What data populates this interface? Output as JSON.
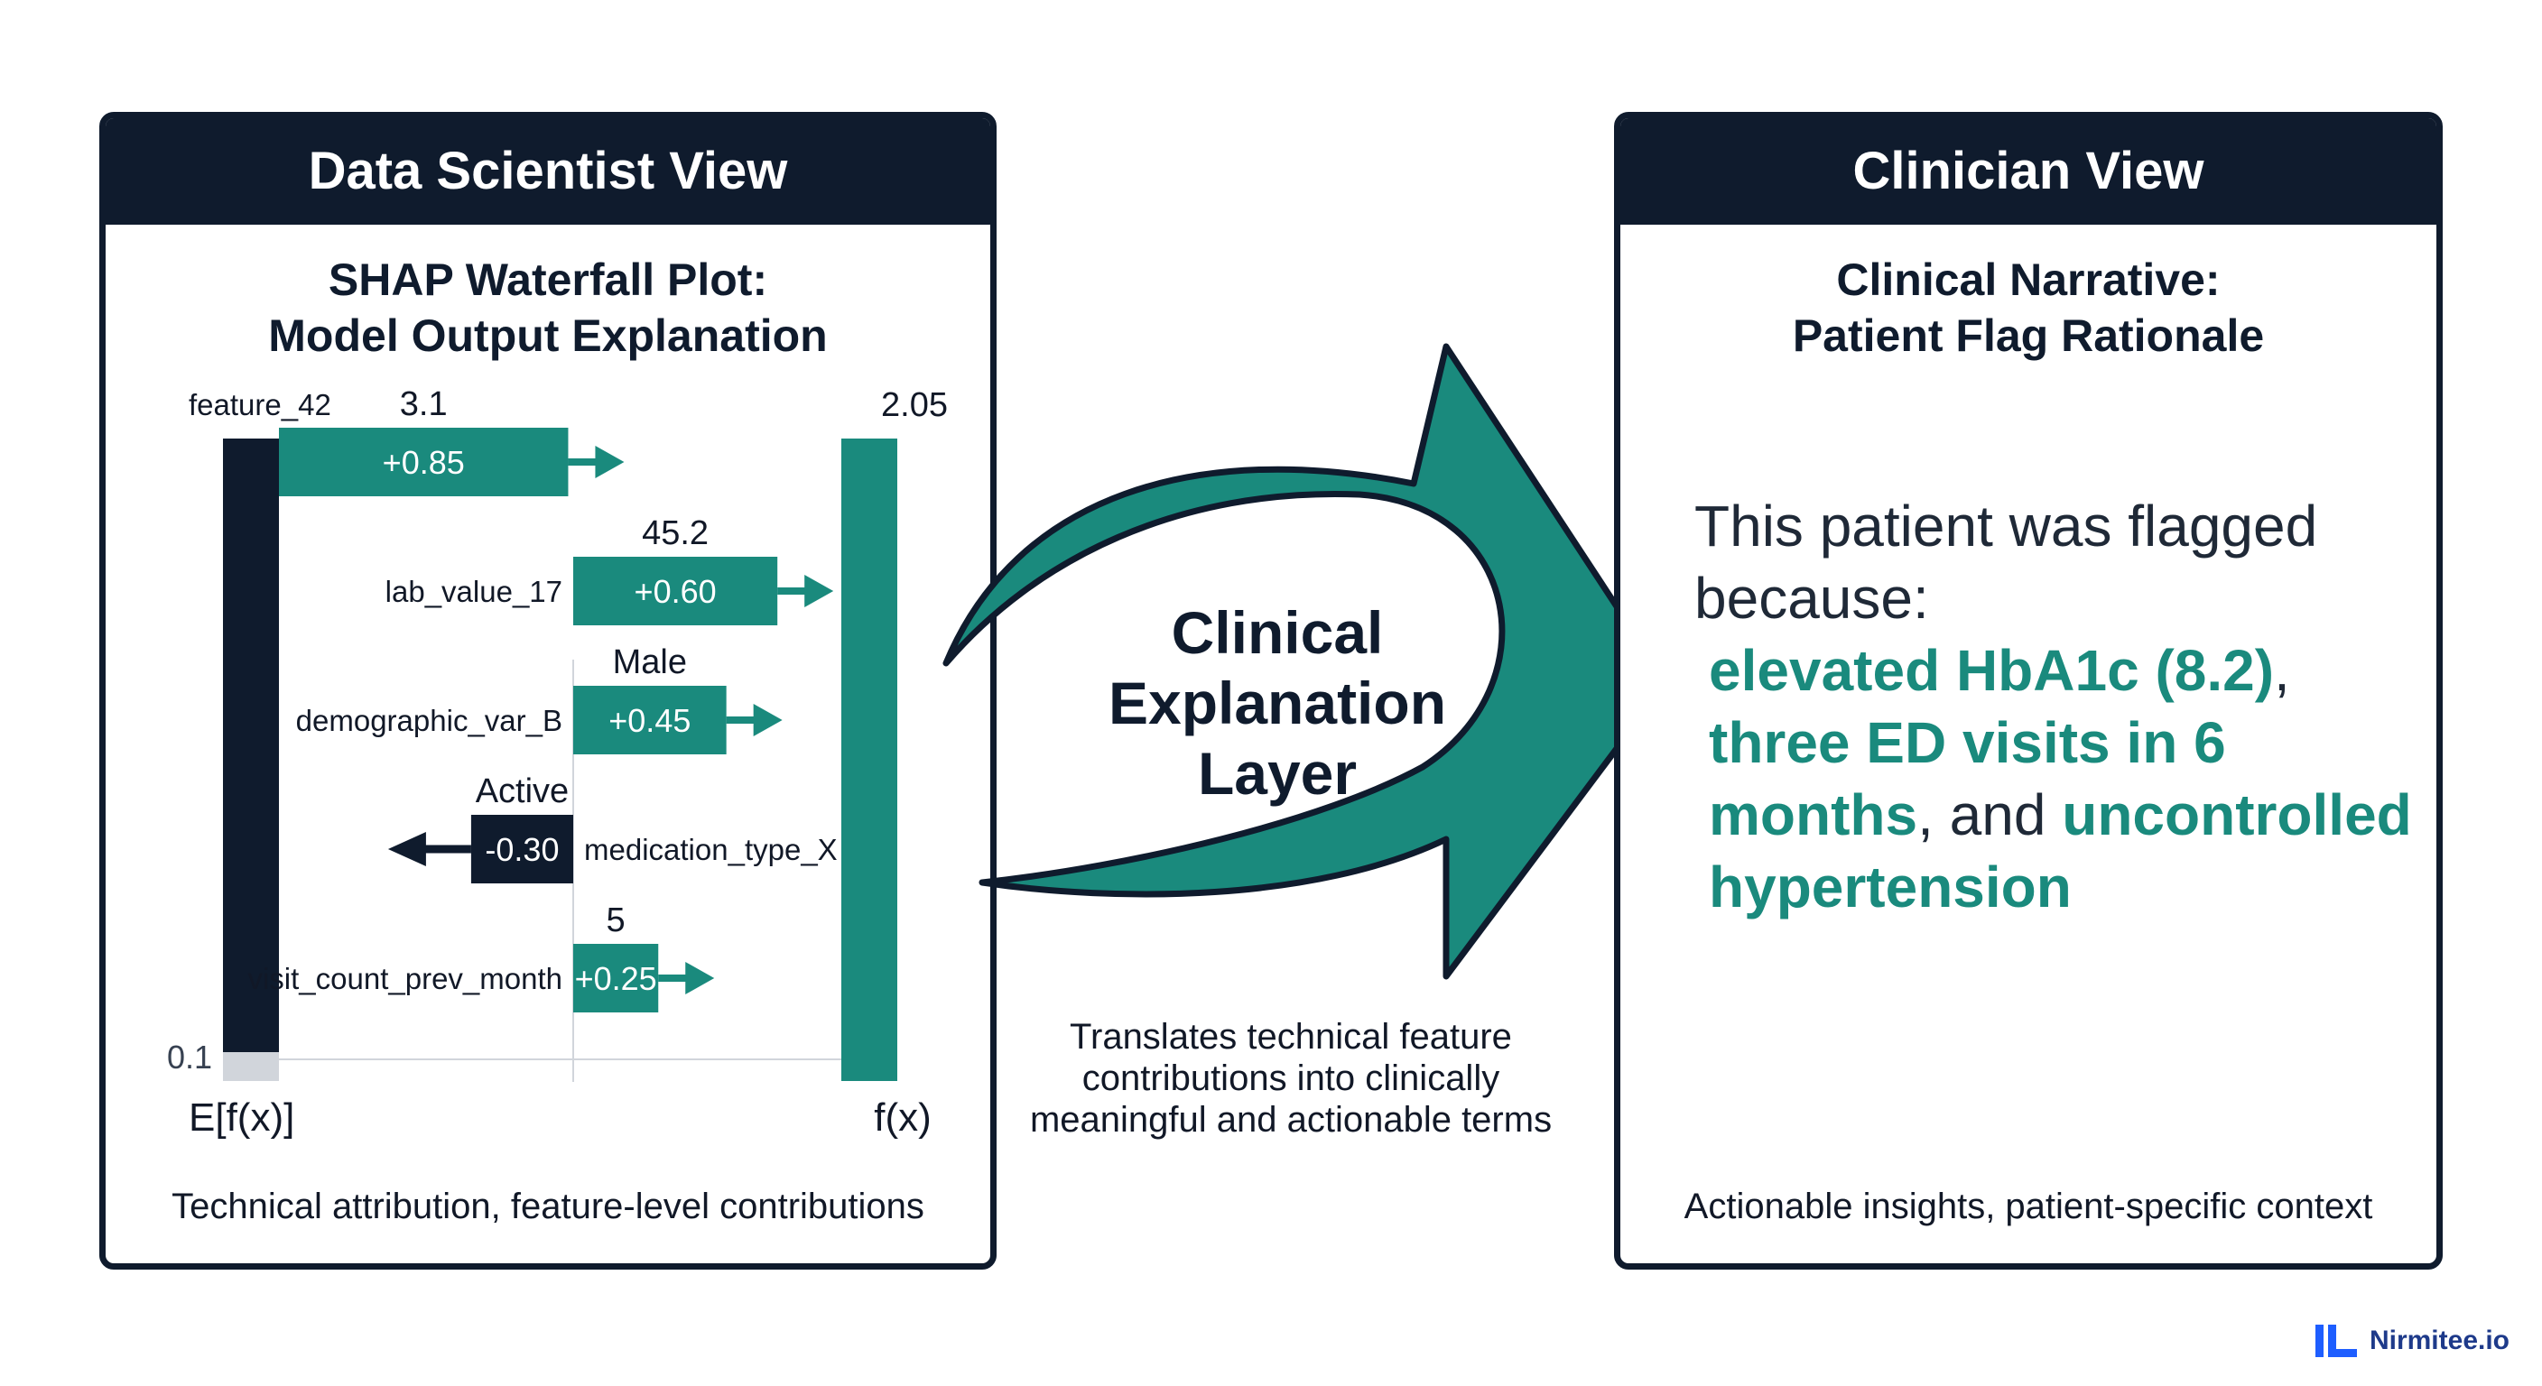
{
  "colors": {
    "navy": "#0f1b2d",
    "teal": "#1a8a7d",
    "light_gray": "#d1d5db",
    "brand_blue": "#1e5eff"
  },
  "left_panel": {
    "header": "Data Scientist View",
    "subtitle_line1": "SHAP Waterfall Plot:",
    "subtitle_line2": "Model Output Explanation",
    "footer": "Technical attribution, feature-level contributions"
  },
  "chart_data": {
    "type": "waterfall",
    "base_label": "E[f(x)]",
    "output_label": "f(x)",
    "base_value_label": "0.1",
    "output_value_label": "2.05",
    "features": [
      {
        "name": "feature_42",
        "value": "3.1",
        "contribution": 0.85,
        "display": "+0.85",
        "direction": "positive"
      },
      {
        "name": "lab_value_17",
        "value": "45.2",
        "contribution": 0.6,
        "display": "+0.60",
        "direction": "positive"
      },
      {
        "name": "demographic_var_B",
        "value": "Male",
        "contribution": 0.45,
        "display": "+0.45",
        "direction": "positive"
      },
      {
        "name": "medication_type_X",
        "value": "Active",
        "contribution": -0.3,
        "display": "-0.30",
        "direction": "negative"
      },
      {
        "name": "visit_count_prev_month",
        "value": "5",
        "contribution": 0.25,
        "display": "+0.25",
        "direction": "positive"
      }
    ]
  },
  "center": {
    "title_line1": "Clinical",
    "title_line2": "Explanation",
    "title_line3": "Layer",
    "description": "Translates technical feature contributions into clinically meaningful and actionable terms"
  },
  "right_panel": {
    "header": "Clinician View",
    "subtitle_line1": "Clinical Narrative:",
    "subtitle_line2": "Patient Flag Rationale",
    "narrative_intro": "This patient was flagged because:",
    "highlight_1": "elevated HbA1c (8.2)",
    "sep_1": ",",
    "highlight_2": "three ED visits in 6 months",
    "sep_2": ", and",
    "highlight_3": "uncontrolled hypertension",
    "footer": "Actionable insights, patient-specific context"
  },
  "brand": {
    "name": "Nirmitee.io",
    "logo_icon": "nirmitee-logo-icon"
  }
}
